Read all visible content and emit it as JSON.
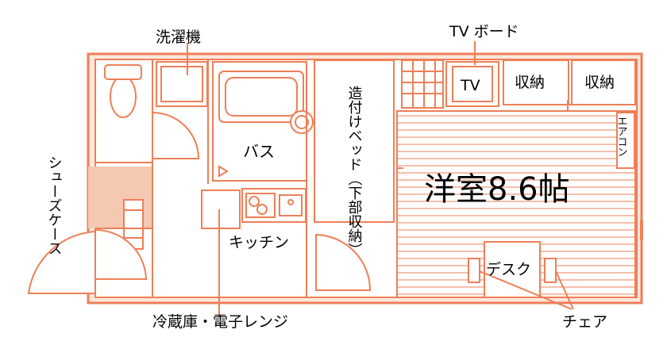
{
  "colors": {
    "line": "#ee7f57",
    "fill": "#fbe7dd",
    "wall_fill": "#f5c8b2",
    "text": "#000000",
    "background": "#ffffff"
  },
  "labels": {
    "washing_machine": "洗濯機",
    "tv_board": "TV ボード",
    "tv": "TV",
    "storage_1": "収納",
    "storage_2": "収納",
    "aircon": "エアコン",
    "bath": "バス",
    "built_in_bed": "造付けベッド（下部収納）",
    "western_room": "洋室8.6帖",
    "shoe_case": "シューズケース",
    "kitchen": "キッチン",
    "desk": "デスク",
    "chair": "チェア",
    "fridge_microwave": "冷蔵庫・電子レンジ"
  }
}
